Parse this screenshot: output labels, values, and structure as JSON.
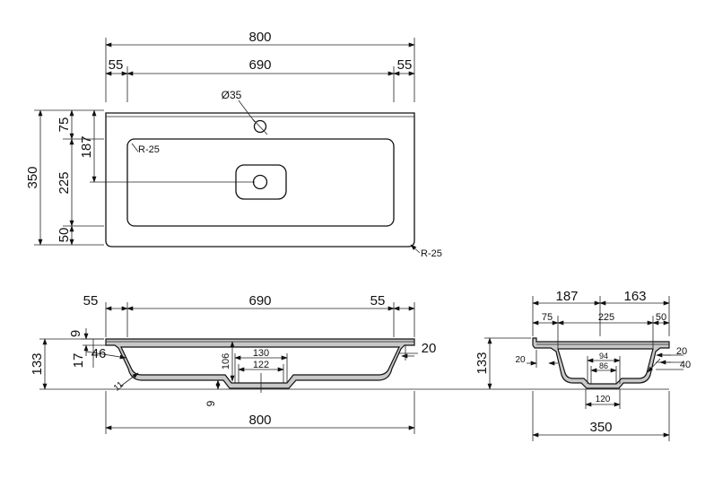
{
  "plan": {
    "overall_width": "800",
    "left_margin": "55",
    "inner_width": "690",
    "right_margin": "55",
    "overall_depth": "350",
    "back_edge": "75",
    "to_drain": "187",
    "bowl_depth": "225",
    "front_edge": "50",
    "tap_hole": "Ø35",
    "inner_radius": "R-25",
    "outer_radius": "R-25"
  },
  "front_section": {
    "left_margin": "55",
    "inner_width": "690",
    "right_margin": "55",
    "rim_9": "9",
    "rim_17": "17",
    "rim_46": "46",
    "height": "133",
    "bowl_depth": "106",
    "outlet_130": "130",
    "outlet_122": "122",
    "wall_11": "11",
    "bottom_9": "9",
    "right_20": "20",
    "overall_width": "800"
  },
  "side_section": {
    "to_drain": "187",
    "rear_part": "163",
    "back_75": "75",
    "bowl_225": "225",
    "front_50": "50",
    "height": "133",
    "left_20": "20",
    "outlet_94": "94",
    "outlet_86": "86",
    "base_120": "120",
    "right_20": "20",
    "right_40": "40",
    "overall_depth": "350"
  }
}
